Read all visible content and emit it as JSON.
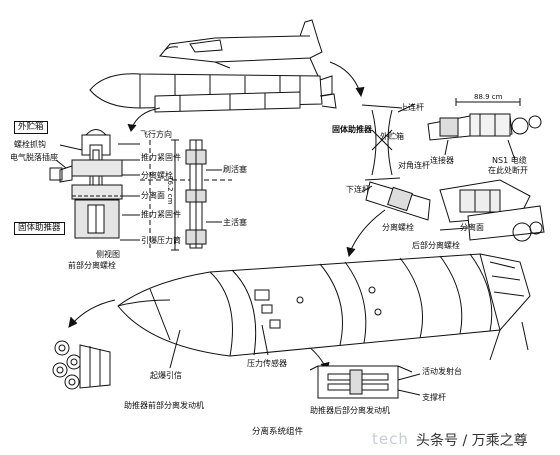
{
  "labels": {
    "external_tank_box": "外贮箱",
    "bolt_grip_claw": "螺栓抓钩",
    "electric_release_pin": "电气脱落插座",
    "booster_box": "固体助推器",
    "flight_direction": "飞行方向",
    "thrust_fastener": "推力紧固件",
    "sep_bolt": "分离螺栓",
    "sep_plane": "分离面",
    "thrust_fastener2": "推力紧固件",
    "initiator_tube": "引爆压力筒",
    "brush_piston": "刷活塞",
    "main_piston": "主活塞",
    "dimension_v": "76.2 cm",
    "side_view": "侧视图",
    "front_sep_bolt": "前部分离螺栓",
    "upper_link": "上连杆",
    "dimension_h": "88.9 cm",
    "booster_label_right": "固体助推器",
    "external_tank_right": "外贮箱",
    "connector": "连接器",
    "ns1_cable": "NS1 电缆",
    "cut_here": "在此处断开",
    "diagonal_link": "对角连杆",
    "lower_link": "下连杆",
    "sep_bolt_right": "分离螺栓",
    "sep_plane_right": "分离面",
    "aft_sep_bolt": "后部分离螺栓",
    "detonator": "起爆引信",
    "pressure_sensor": "压力传感器",
    "front_motor": "助推器前部分离发动机",
    "active_launch_pad": "活动发射台",
    "support_rod": "支撑杆",
    "aft_motor": "助推器后部分离发动机",
    "caption": "分离系统组件"
  },
  "watermark": {
    "text1": "tech",
    "text2": "头条号 / 万乘之尊"
  }
}
